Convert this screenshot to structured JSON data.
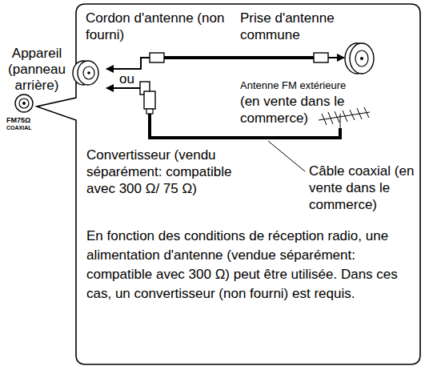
{
  "diagram": {
    "labels": [
      "Cordon d'antenne (non fourni)",
      "Prise d'antenne commune",
      "Appareil (panneau arrière)",
      "FM75Ω",
      "COAXIAL",
      "ou",
      "Antenne FM extérieure",
      "(en vente dans le commerce)",
      "Convertisseur (vendu séparément: compatible avec 300 Ω/ 75 Ω)",
      "Câble coaxial (en vente dans le commerce)",
      "En fonction des conditions de réception radio, une alimentation d'antenne (vendue séparément: compatible avec 300 Ω) peut être utilisée. Dans ces cas, un convertisseur (non fourni) est requis."
    ]
  }
}
